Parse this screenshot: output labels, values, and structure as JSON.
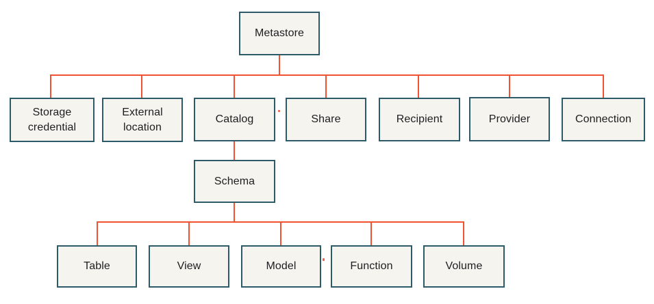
{
  "diagram": {
    "type": "hierarchy",
    "root": {
      "label": "Metastore"
    },
    "level2": [
      {
        "label": "Storage credential"
      },
      {
        "label": "External location"
      },
      {
        "label": "Catalog"
      },
      {
        "label": "Share"
      },
      {
        "label": "Recipient"
      },
      {
        "label": "Provider"
      },
      {
        "label": "Connection"
      }
    ],
    "catalog_child": {
      "label": "Schema"
    },
    "schema_children": [
      {
        "label": "Table"
      },
      {
        "label": "View"
      },
      {
        "label": "Model"
      },
      {
        "label": "Function"
      },
      {
        "label": "Volume"
      }
    ]
  },
  "colors": {
    "connector": "#f3512f",
    "box_border": "#2d5a69",
    "box_fill": "#f6f4ef",
    "text": "#1d1d1f",
    "background": "#ffffff",
    "stray": "#ee6450"
  }
}
